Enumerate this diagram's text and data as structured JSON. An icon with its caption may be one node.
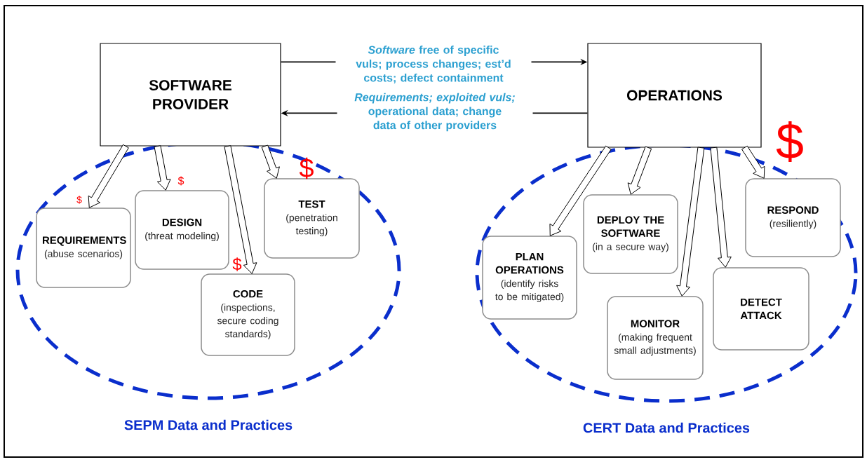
{
  "diagram": {
    "nodes": [
      {
        "text": [
          "SOFTWARE PROVIDER"
        ]
      },
      {
        "text": [
          "OPERATIONS"
        ],
        "beside": [
          "$"
        ]
      },
      {
        "text": [
          "SEPM Data and Practices"
        ]
      },
      {
        "text": [
          "REQUIREMENTS",
          "(abuse scenarios)"
        ],
        "in": 2,
        "beside": [
          "$"
        ]
      },
      {
        "text": [
          "DESIGN",
          "(threat modeling)"
        ],
        "in": 2,
        "beside": [
          "$"
        ]
      },
      {
        "text": [
          "CODE",
          "(inspections, secure coding standards)"
        ],
        "in": 2,
        "beside": [
          "$"
        ]
      },
      {
        "text": [
          "TEST",
          "(penetration testing)"
        ],
        "in": 2,
        "beside": [
          "$"
        ]
      },
      {
        "text": [
          "CERT Data and Practices"
        ]
      },
      {
        "text": [
          "PLAN OPERATIONS",
          "(identify risks to be mitigated)"
        ],
        "in": 7
      },
      {
        "text": [
          "DEPLOY THE SOFTWARE",
          "(in a secure way)"
        ],
        "in": 7
      },
      {
        "text": [
          "MONITOR",
          "(making frequent small adjustments)"
        ],
        "in": 7
      },
      {
        "text": [
          "DETECT ATTACK"
        ],
        "in": 7
      },
      {
        "text": [
          "RESPOND",
          "(resiliently)"
        ],
        "in": 7
      }
    ],
    "edges": [
      {
        "from": 0,
        "to": 1,
        "arrow": "to",
        "label": "*Software* free of specific vuls; process changes; est’d costs; defect containment"
      },
      {
        "from": 1,
        "to": 0,
        "arrow": "to",
        "label": "*Requirements; exploited vuls;* operational data; change data of other providers"
      },
      {
        "from": 0,
        "to": 3,
        "arrow": "to",
        "style": "thick"
      },
      {
        "from": 0,
        "to": 4,
        "arrow": "to",
        "style": "thick"
      },
      {
        "from": 0,
        "to": 5,
        "arrow": "to",
        "style": "thick"
      },
      {
        "from": 0,
        "to": 6,
        "arrow": "to",
        "style": "thick"
      },
      {
        "from": 1,
        "to": 8,
        "arrow": "to",
        "style": "thick"
      },
      {
        "from": 1,
        "to": 9,
        "arrow": "to",
        "style": "thick"
      },
      {
        "from": 1,
        "to": 10,
        "arrow": "to",
        "style": "thick"
      },
      {
        "from": 1,
        "to": 11,
        "arrow": "to",
        "style": "thick"
      },
      {
        "from": 1,
        "to": 12,
        "arrow": "to",
        "style": "thick"
      }
    ]
  }
}
